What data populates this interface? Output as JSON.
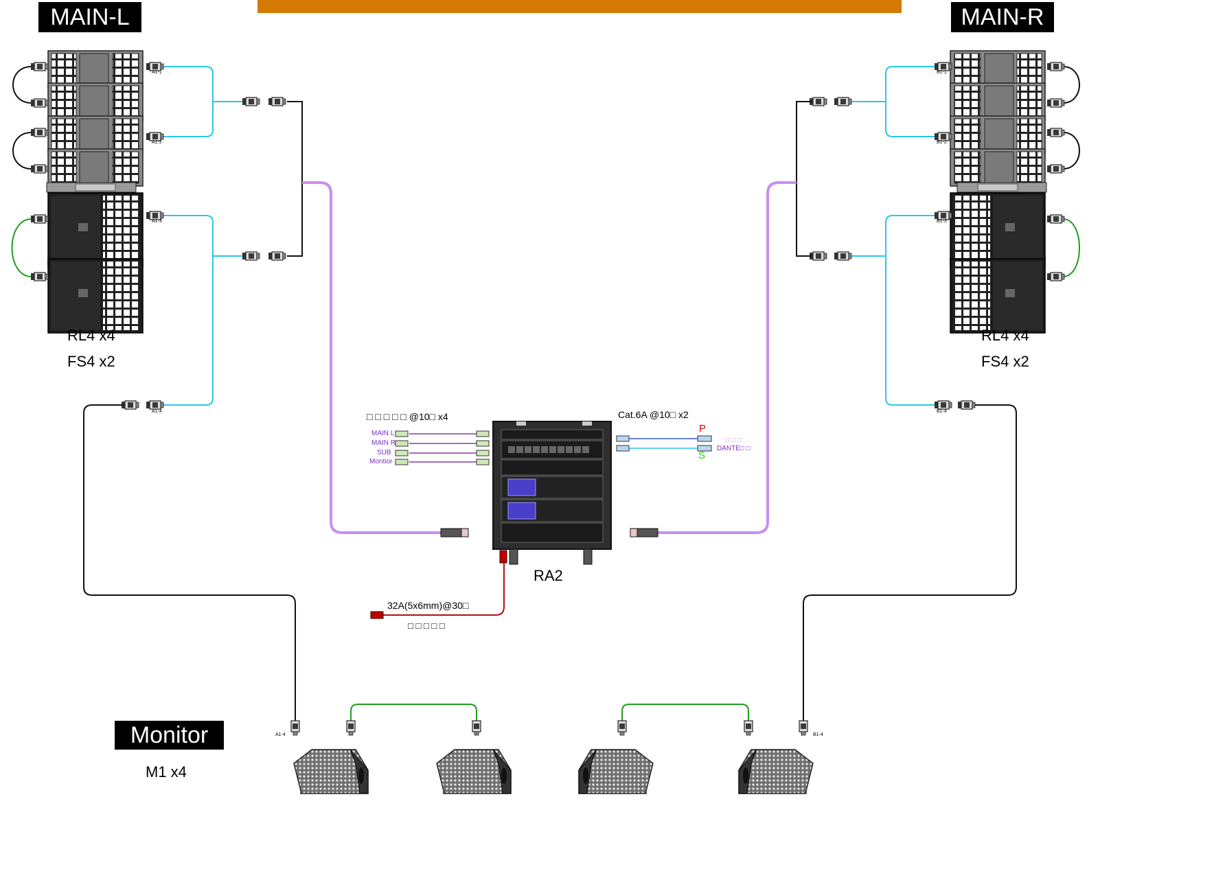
{
  "header_bar": {
    "color": "#d47a00"
  },
  "labels": {
    "main_l": "MAIN-L",
    "main_r": "MAIN-R",
    "monitor": "Monitor",
    "left_rl4": "RL4 x4",
    "left_fs4": "FS4 x2",
    "right_rl4": "RL4 x4",
    "right_fs4": "FS4 x2",
    "monitor_count": "M1 x4",
    "rack_name": "RA2",
    "analog_cable": "□ □ □ □ □ @10□ x4",
    "cat_cable": "Cat.6A @10□ x2",
    "power_cable": "32A(5x6mm)@30□",
    "power_note": "□ □ □ □ □",
    "analog_inputs": [
      "MAIN L",
      "MAIN R",
      "SUB",
      "Montior"
    ],
    "net_p": "P",
    "net_s": "S",
    "dante_top": "□ □ □",
    "dante_bottom": "DANTE□ □",
    "ports_left": [
      "A1-1",
      "A1-2",
      "A1-3",
      "A1-4"
    ],
    "ports_right": [
      "B1-1",
      "B1-2",
      "B1-3",
      "B1-4"
    ],
    "monitor_port_left": "A1-4",
    "monitor_port_right": "B1-4"
  },
  "colors": {
    "speaker_cable": "#29c6ea",
    "link_cable": "#1e9e1e",
    "trunk_cable": "#c88ef0",
    "analog_cable": "#8a3aa8",
    "power_cable": "#b01010",
    "net_p_cable": "#3a5ad8",
    "net_s_cable": "#29c6ea",
    "net_p_text": "#e00000",
    "net_s_text": "#22cc22",
    "purple_text": "#7a2fbf"
  }
}
